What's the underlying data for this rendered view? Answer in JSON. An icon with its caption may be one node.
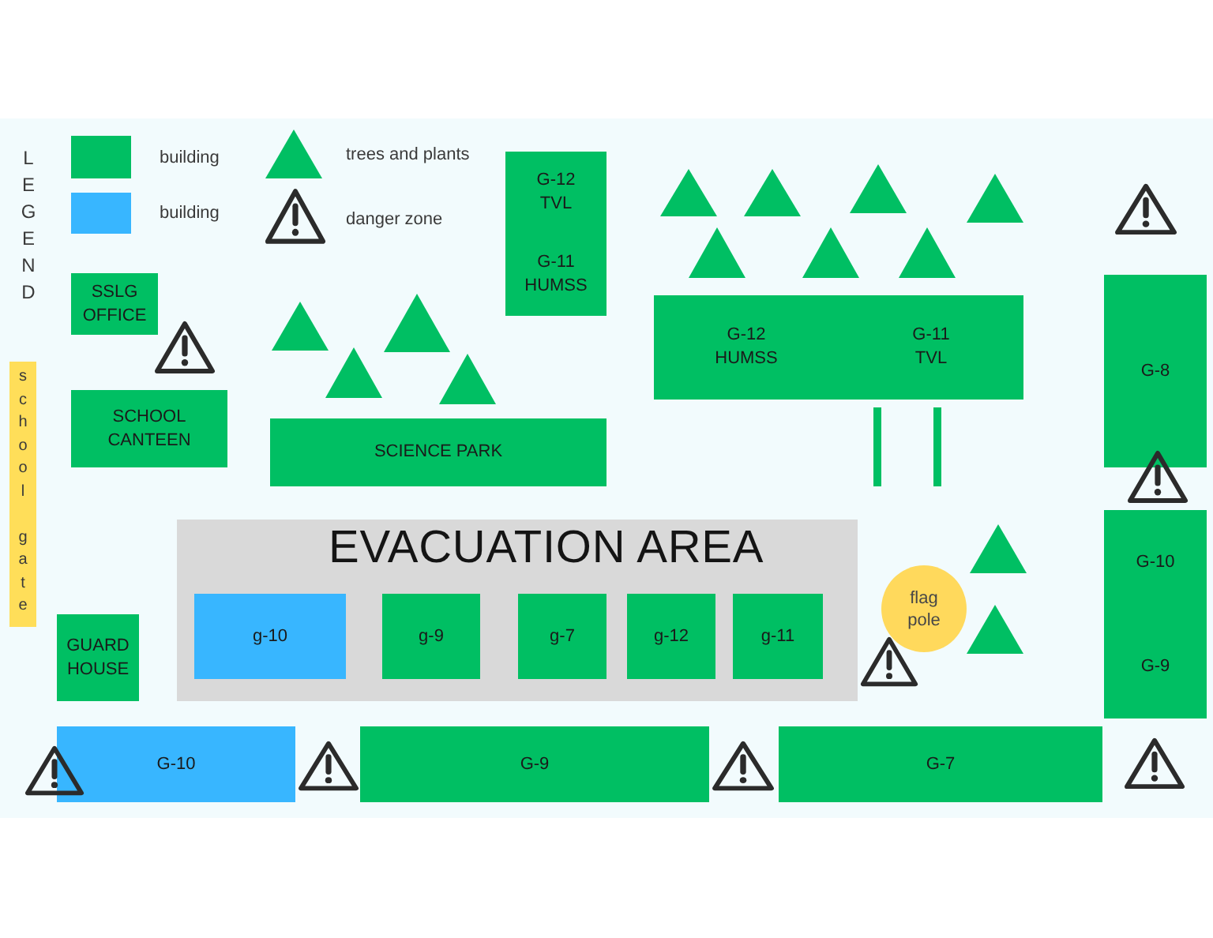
{
  "diagram": {
    "nodes": [
      {
        "text": [
          "G-12 TVL",
          "G-11 HUMSS"
        ]
      },
      {
        "text": [
          "SSLG OFFICE"
        ]
      },
      {
        "text": [
          "G-12 HUMSS",
          "G-11 TVL"
        ]
      },
      {
        "text": [
          "G-8"
        ]
      },
      {
        "text": [
          "school gate"
        ]
      },
      {
        "text": [
          "SCHOOL CANTEEN"
        ]
      },
      {
        "text": [
          "SCIENCE PARK"
        ]
      },
      {
        "text": [],
        "shape": "bar"
      },
      {
        "text": [],
        "shape": "bar"
      },
      {
        "text": [
          "EVACUATION AREA"
        ]
      },
      {
        "text": [
          "g-10"
        ],
        "in": 9
      },
      {
        "text": [
          "g-9"
        ],
        "in": 9
      },
      {
        "text": [
          "g-7"
        ],
        "in": 9
      },
      {
        "text": [
          "g-12"
        ],
        "in": 9
      },
      {
        "text": [
          "g-11"
        ],
        "in": 9
      },
      {
        "text": [
          "G-10",
          "G-9"
        ]
      },
      {
        "text": [
          "flag pole"
        ]
      },
      {
        "text": [
          "GUARD HOUSE"
        ]
      },
      {
        "text": [
          "G-10"
        ]
      },
      {
        "text": [
          "G-9"
        ]
      },
      {
        "text": [
          "G-7"
        ]
      }
    ],
    "labels": [
      "LEGEND"
    ],
    "legend": [
      {
        "text": "building",
        "color": "#00bf63"
      },
      {
        "text": "building",
        "color": "#38b6ff"
      },
      {
        "text": "trees and plants"
      },
      {
        "text": "danger zone"
      }
    ]
  }
}
